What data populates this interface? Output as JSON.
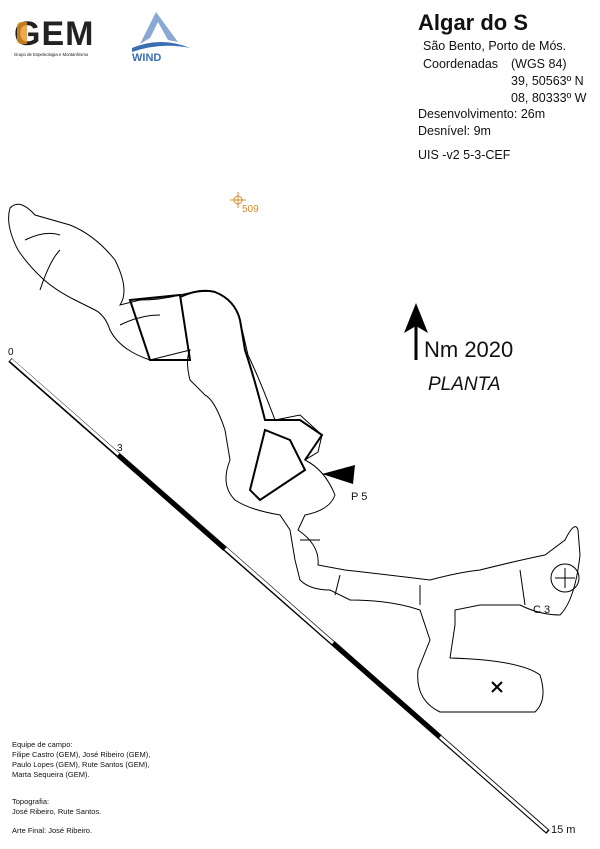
{
  "header": {
    "title": "Algar do S",
    "location": "São Bento, Porto de Mós.",
    "coordinates_label": "Coordenadas",
    "datum": "(WGS 84)",
    "latitude": "39, 50563º N",
    "longitude": "08, 80333º W",
    "development": "Desenvolvimento: 26m",
    "depth": "Desnível:  9m",
    "code": "UIS -v2 5-3-CEF"
  },
  "logos": {
    "gem": {
      "text": "GEM",
      "subtitle": "Grupo de Espeleologia e Montanhismo",
      "accent": "#e8931e"
    },
    "wind": {
      "text": "WIND",
      "color": "#3a6fb3"
    }
  },
  "map": {
    "north_label": "Nm 2020",
    "view_label": "PLANTA",
    "benchmark_label": "509",
    "benchmark_color": "#d98a2b",
    "pit_label": "P 5",
    "chimney_label": "C 3"
  },
  "scale_bar": {
    "labels": [
      "0",
      "3",
      "15 m"
    ],
    "unit": "m",
    "length": 15
  },
  "credits": {
    "field_team_label": "Equipe de campo:",
    "field_team": [
      "Filipe Castro (GEM), José Ribeiro (GEM),",
      "Paulo Lopes (GEM), Rute Santos (GEM),",
      "Marta Sequeira (GEM)."
    ],
    "topography_label": "Topografia:",
    "topography": "José Ribeiro, Rute Santos.",
    "final_art": "Arte Final: José Ribeiro."
  }
}
